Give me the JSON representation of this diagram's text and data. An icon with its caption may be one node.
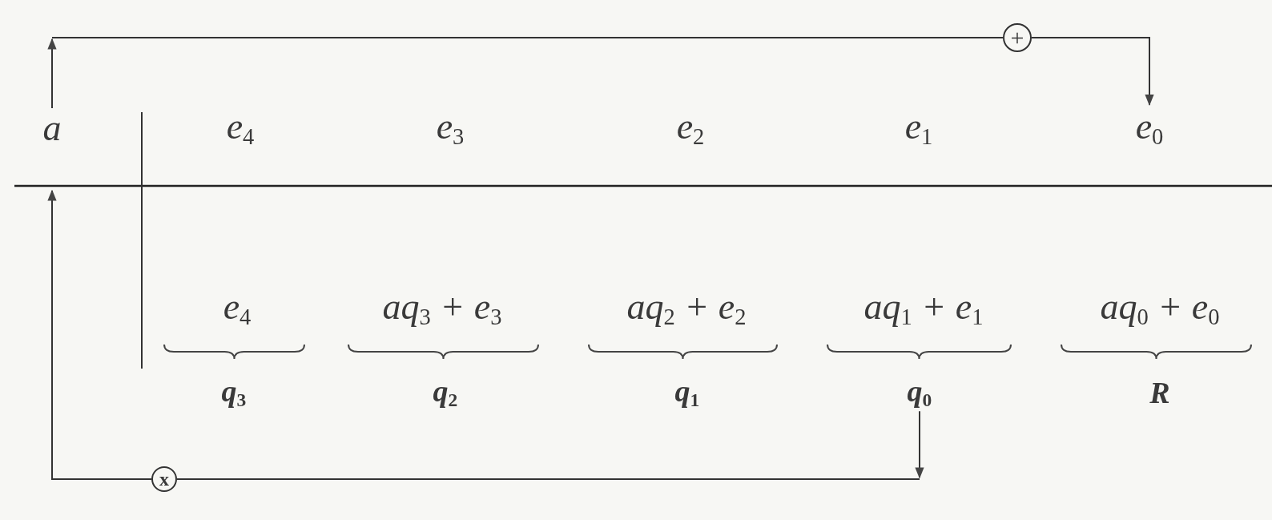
{
  "diagram": {
    "nodes": [
      {
        "text": [
          "a"
        ]
      },
      {
        "text": [
          "e$_{4}$"
        ]
      },
      {
        "text": [
          "e$_{3}$"
        ]
      },
      {
        "text": [
          "e$_{2}$"
        ]
      },
      {
        "text": [
          "e$_{1}$"
        ]
      },
      {
        "text": [
          "e$_{0}$"
        ]
      },
      {
        "text": [
          "+"
        ]
      },
      {
        "text": [
          "x"
        ]
      },
      {
        "text": [
          "e$_{4}$"
        ]
      },
      {
        "text": [
          "aq$_{3}$ + e$_{3}$"
        ]
      },
      {
        "text": [
          "aq$_{2}$ + e$_{2}$"
        ]
      },
      {
        "text": [
          "aq$_{1}$ + e$_{1}$"
        ]
      },
      {
        "text": [
          "aq$_{0}$ + e$_{0}$"
        ]
      },
      {
        "text": [
          "q$_{3}$"
        ]
      },
      {
        "text": [
          "q$_{2}$"
        ]
      },
      {
        "text": [
          "q$_{1}$"
        ]
      },
      {
        "text": [
          "q$_{0}$"
        ]
      },
      {
        "text": [
          "R"
        ]
      }
    ],
    "edges": [
      {
        "from": 16,
        "to": null,
        "arrow": "to"
      },
      {
        "from": null,
        "to": 7,
        "arrow": "none"
      },
      {
        "from": 7,
        "to": 0,
        "arrow": "to"
      },
      {
        "from": 0,
        "to": null,
        "arrow": "to"
      },
      {
        "from": null,
        "to": 6,
        "arrow": "none"
      },
      {
        "from": 6,
        "to": 5,
        "arrow": "to"
      }
    ]
  }
}
